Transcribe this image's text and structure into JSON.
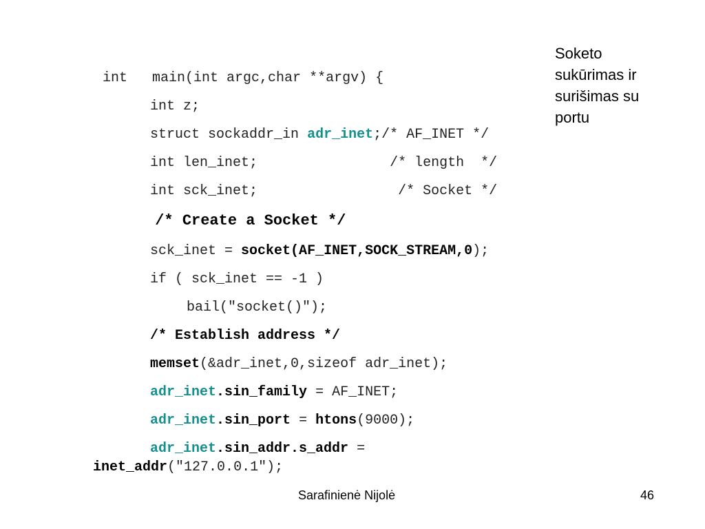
{
  "code": {
    "l1": {
      "text": "int   main(int argc,char **argv) {"
    },
    "l2": {
      "text": "int z;"
    },
    "l3": {
      "a": "struct sockaddr_in ",
      "b": "adr_inet",
      "c": ";/* AF_INET */"
    },
    "l4": {
      "text": "int len_inet;                /* length  */"
    },
    "l5": {
      "text": "int sck_inet;                 /* Socket */"
    },
    "l6": {
      "text": "/* Create a Socket */"
    },
    "l7": {
      "a": "sck_inet = ",
      "b": "socket(AF_INET,SOCK_STREAM,0",
      "c": ");"
    },
    "l8": {
      "text": "if ( sck_inet == -1 )"
    },
    "l9": {
      "text": "bail(\"socket()\");"
    },
    "l10": {
      "text": "/* Establish address */"
    },
    "l11": {
      "a": "memset",
      "b": "(&adr_inet,0,sizeof adr_inet);"
    },
    "l12": {
      "a": "adr_inet",
      "b": ".sin_family",
      "c": " = AF_INET;"
    },
    "l13": {
      "a": "adr_inet",
      "b": ".sin_port",
      "c": " = ",
      "d": "htons",
      "e": "(9000);"
    },
    "l14": {
      "a": "adr_inet",
      "b": ".sin_addr.s_addr",
      "c": " ="
    },
    "l15": {
      "a": "inet_addr",
      "b": "(\"127.0.0.1\");"
    }
  },
  "side_note": {
    "line1": "Soketo",
    "line2": "sukūrimas ir",
    "line3": "surišimas su",
    "line4": "portu"
  },
  "footer": {
    "author": "Sarafinienė Nijolė",
    "page": "46"
  },
  "colors": {
    "highlight": "#14908f",
    "text": "#222222"
  }
}
